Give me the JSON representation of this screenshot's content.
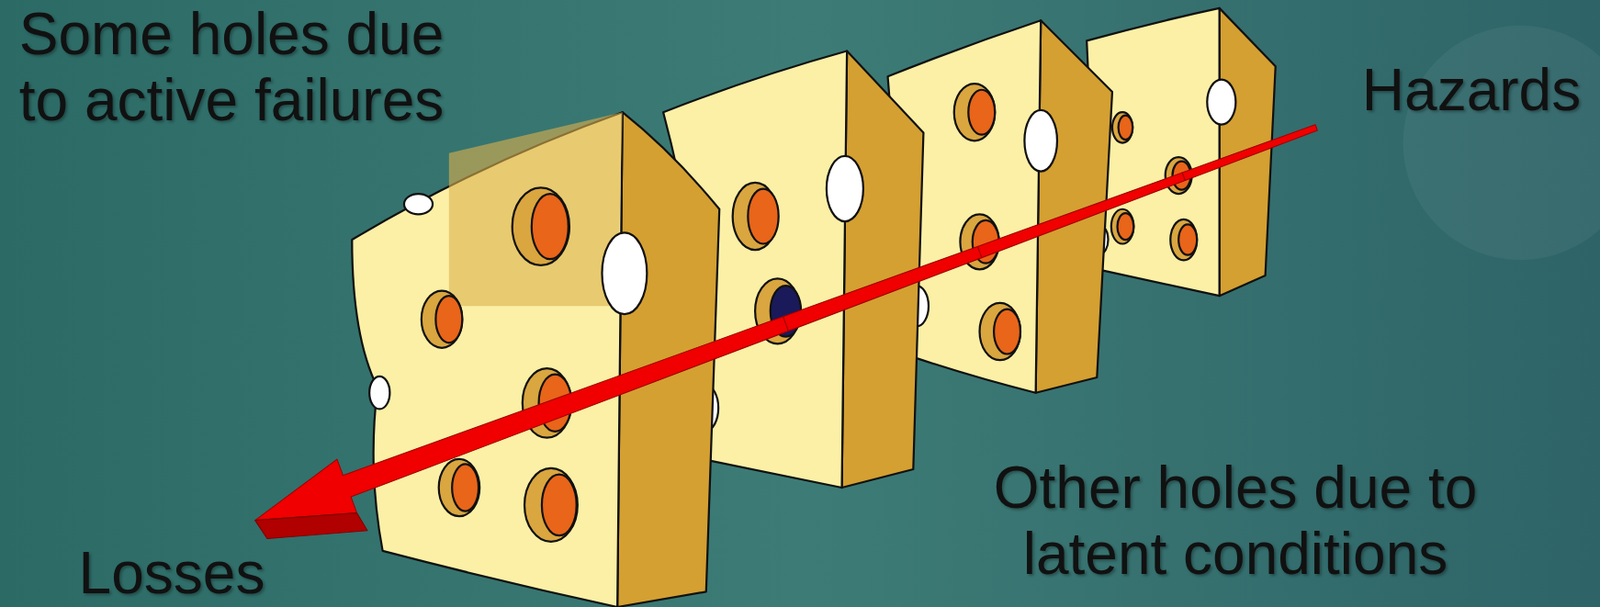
{
  "diagram": {
    "labels": [
      "Some holes due to active failures",
      "Hazards",
      "Other holes due to latent conditions",
      "Losses"
    ]
  }
}
